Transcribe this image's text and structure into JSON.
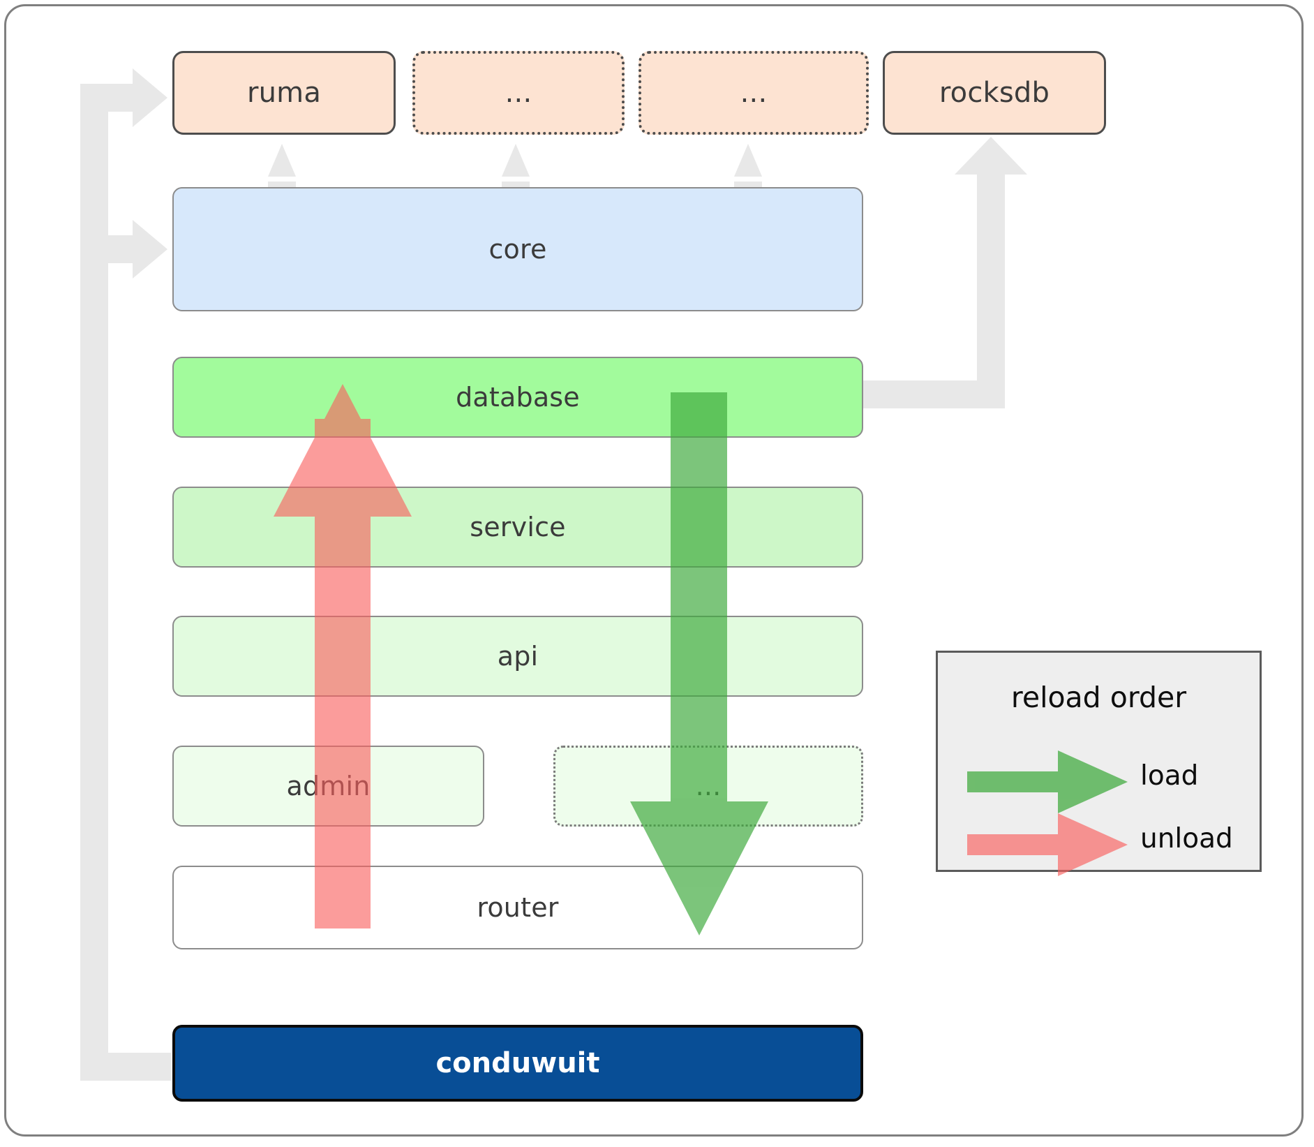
{
  "diagram": {
    "title": "conduwuit crate / reload order architecture",
    "colors": {
      "dependency_fill": "#fde3d2",
      "dependency_stroke": "#4d4d4d",
      "core_fill": "#d7e8fb",
      "database_fill": "#a2fb9c",
      "service_fill": "#cdf7c8",
      "api_fill": "#e2fbdf",
      "admin_fill": "#eefdec",
      "router_fill": "#ffffff",
      "root_fill": "#084e96",
      "root_text": "#ffffff",
      "connector_gray": "#e8e8e8",
      "load_green": "#4caf50",
      "unload_red": "#fa8381",
      "legend_bg": "#eeeeee",
      "frame_stroke": "#7f7f7f"
    },
    "dependencies": [
      {
        "label": "ruma",
        "style": "solid"
      },
      {
        "label": "...",
        "style": "dotted"
      },
      {
        "label": "...",
        "style": "dotted"
      },
      {
        "label": "rocksdb",
        "style": "solid"
      }
    ],
    "layers": [
      {
        "label": "core",
        "style": "solid"
      },
      {
        "label": "database",
        "style": "solid"
      },
      {
        "label": "service",
        "style": "solid"
      },
      {
        "label": "api",
        "style": "solid"
      },
      {
        "label": "admin",
        "style": "solid"
      },
      {
        "label": "...",
        "style": "dotted"
      },
      {
        "label": "router",
        "style": "solid"
      }
    ],
    "root": {
      "label": "conduwuit"
    },
    "legend": {
      "title": "reload order",
      "entries": [
        {
          "label": "load",
          "color": "#4caf50",
          "direction": "down"
        },
        {
          "label": "unload",
          "color": "#fa8381",
          "direction": "up"
        }
      ]
    },
    "flows": [
      {
        "name": "load",
        "from": "database",
        "to": "router",
        "color": "#4caf50"
      },
      {
        "name": "unload",
        "from": "router",
        "to": "database",
        "color": "#fa8381"
      }
    ],
    "connectors": [
      {
        "from": "conduwuit",
        "to": "ruma"
      },
      {
        "from": "conduwuit",
        "to": "core"
      },
      {
        "from": "database",
        "to": "rocksdb"
      },
      {
        "from": "core",
        "to": "ruma"
      },
      {
        "from": "core",
        "to": "..."
      },
      {
        "from": "core",
        "to": "..."
      }
    ]
  }
}
